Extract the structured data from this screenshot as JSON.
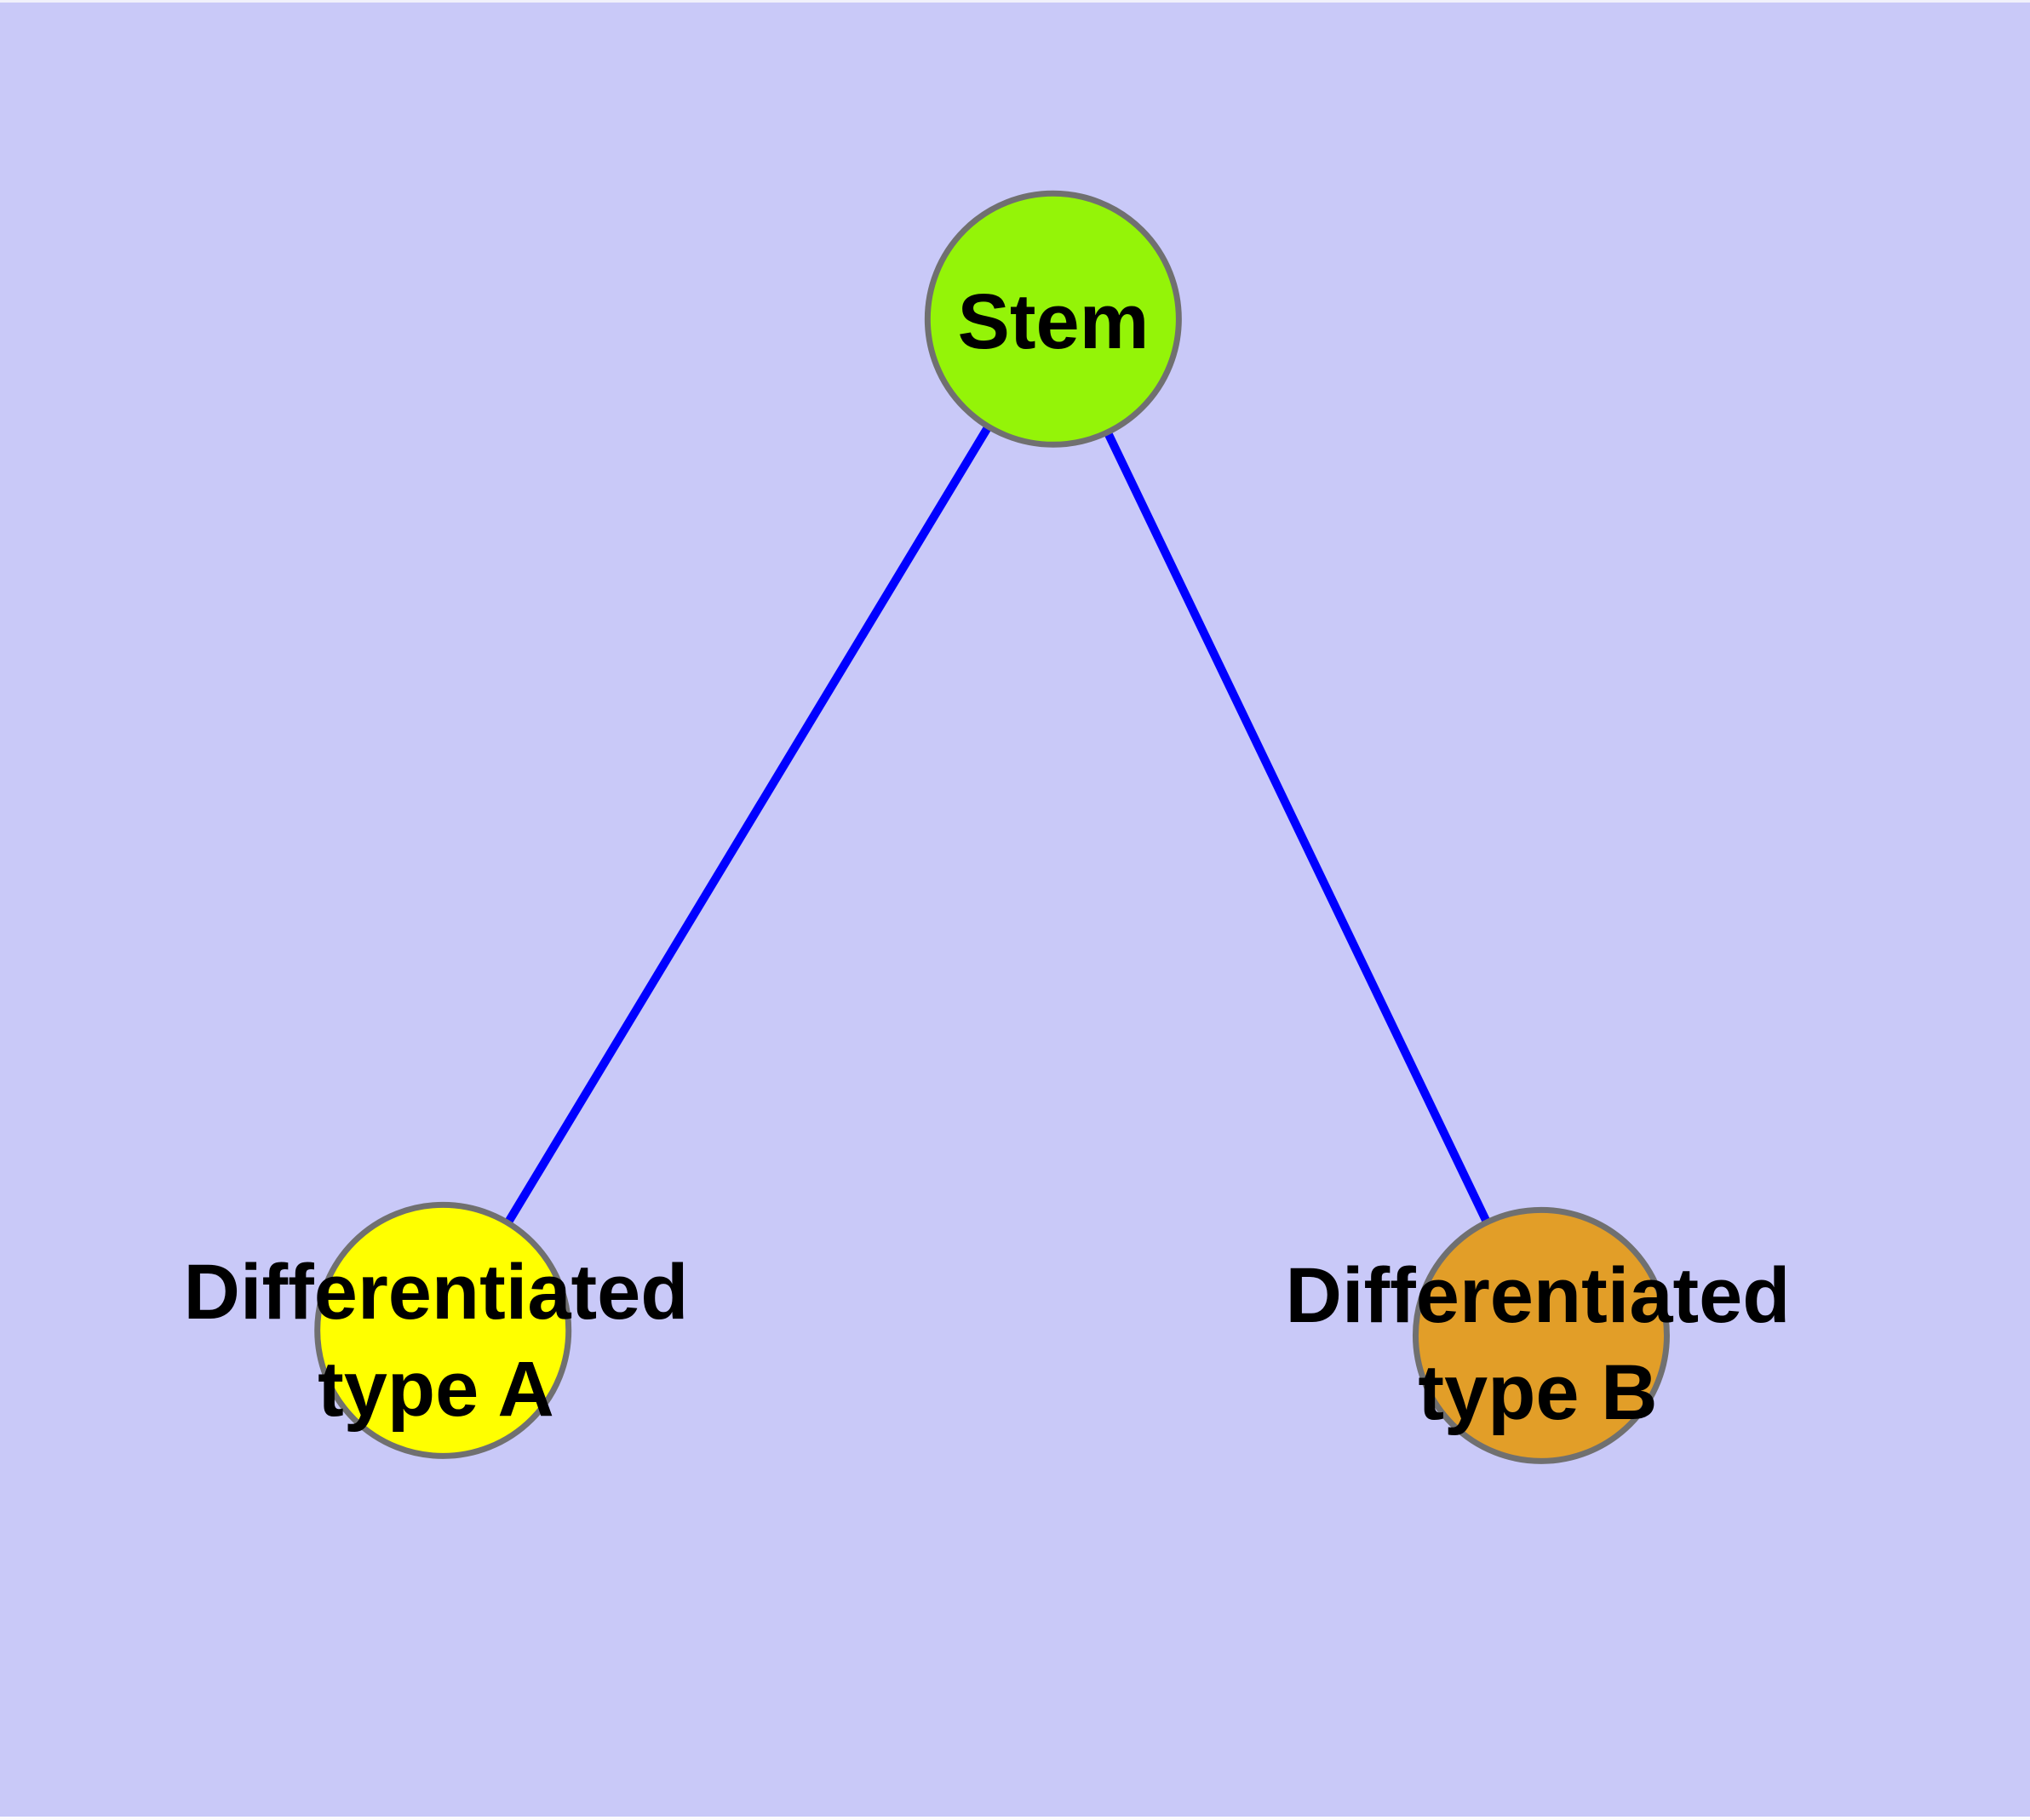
{
  "figure": {
    "type": "node-link-graph",
    "background_color": "#c9c9f8",
    "nodes": [
      {
        "id": "stem",
        "label": "Stem",
        "fill": "#94f408",
        "border_color": "#707070",
        "text_color": "#000000"
      },
      {
        "id": "differentiated-type-a",
        "label": "Differentiated\ntype A",
        "fill": "#ffff00",
        "border_color": "#707070",
        "text_color": "#000000"
      },
      {
        "id": "differentiated-type-b",
        "label": "Differentiated\ntype B",
        "fill": "#e29e28",
        "border_color": "#707070",
        "text_color": "#000000"
      }
    ],
    "edges": [
      {
        "from": "stem",
        "to": "differentiated-type-a",
        "color": "#0000ff"
      },
      {
        "from": "stem",
        "to": "differentiated-type-b",
        "color": "#0000ff"
      }
    ]
  }
}
